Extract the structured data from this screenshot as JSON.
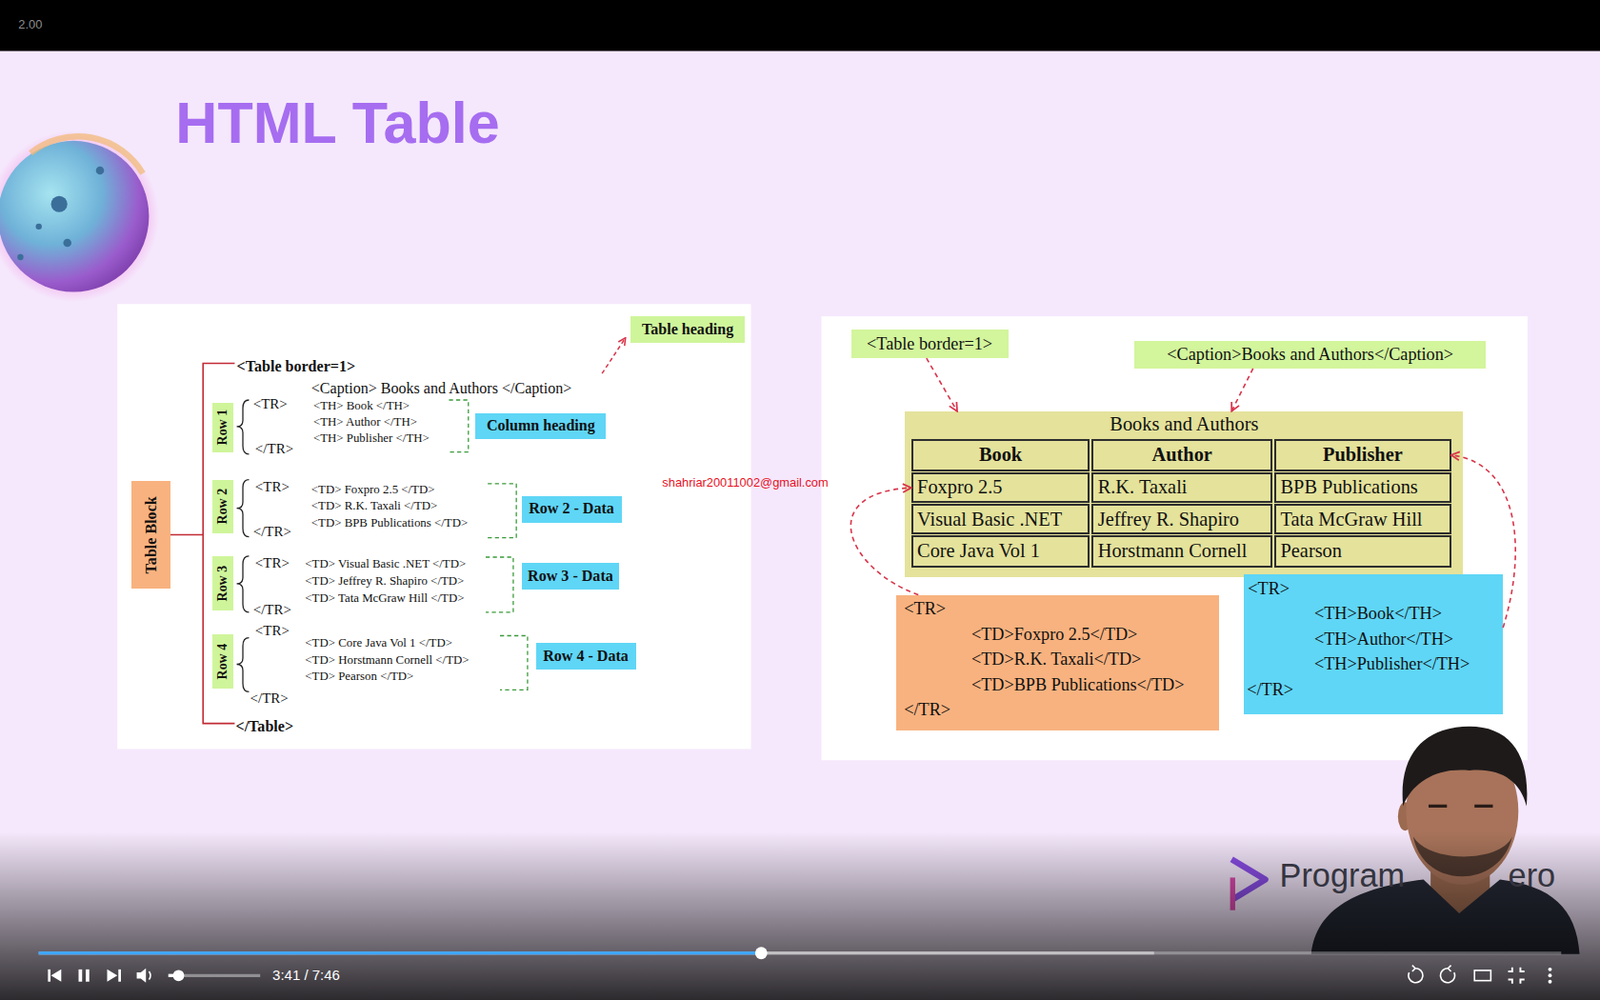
{
  "diagram": {
    "title": "HTML Table",
    "nodes": [
      {
        "text": [
          "Table heading"
        ]
      },
      {
        "text": [
          "Row 1"
        ]
      },
      {
        "text": [
          "Column heading"
        ]
      },
      {
        "text": [
          "Table Block"
        ]
      },
      {
        "text": [
          "Row 2"
        ]
      },
      {
        "text": [
          "Row 2 - Data"
        ]
      },
      {
        "text": [
          "Row 3"
        ]
      },
      {
        "text": [
          "Row 3 - Data"
        ]
      },
      {
        "text": [
          "Row 4"
        ]
      },
      {
        "text": [
          "Row 4 - Data"
        ]
      },
      {
        "text": [
          "<Table border=1>"
        ]
      },
      {
        "text": [
          "<Caption>Books and Authors</Caption>"
        ]
      },
      {
        "text": [
          "Books and Authors"
        ]
      },
      {
        "text": [
          "Book"
        ],
        "in": 12
      },
      {
        "text": [
          "Author"
        ],
        "in": 12
      },
      {
        "text": [
          "Publisher"
        ],
        "in": 12
      },
      {
        "text": [
          "Foxpro 2.5"
        ],
        "in": 12
      },
      {
        "text": [
          "R.K. Taxali"
        ],
        "in": 12
      },
      {
        "text": [
          "BPB Publications"
        ],
        "in": 12
      },
      {
        "text": [
          "Visual Basic .NET"
        ],
        "in": 12
      },
      {
        "text": [
          "Jeffrey R. Shapiro"
        ],
        "in": 12
      },
      {
        "text": [
          "Tata McGraw Hill"
        ],
        "in": 12
      },
      {
        "text": [
          "Core Java Vol 1"
        ],
        "in": 12
      },
      {
        "text": [
          "Horstmann Cornell"
        ],
        "in": 12
      },
      {
        "text": [
          "Pearson"
        ],
        "in": 12
      },
      {
        "text": [
          "<TR>",
          "<TD>Foxpro 2.5</TD>",
          "<TD>R.K. Taxali</TD>",
          "<TD>BPB Publications</TD>",
          "</TR>"
        ]
      },
      {
        "text": [
          "<TR>",
          "<TH>Book</TH>",
          "<TH>Author</TH>",
          "<TH>Publisher</TH>",
          "</TR>"
        ]
      }
    ],
    "edges": [
      {
        "from": 10,
        "to": 12,
        "arrow": "to"
      },
      {
        "from": 11,
        "to": 12,
        "arrow": "to"
      },
      {
        "from": 25,
        "to": 16,
        "arrow": "to"
      },
      {
        "from": 26,
        "to": 15,
        "arrow": "to"
      }
    ],
    "labels": [
      "2.00",
      "<Table border=1>",
      "<Caption> Books and Authors </Caption>",
      "<TR>",
      "<TH> Book </TH>",
      "<TH> Author </TH>",
      "<TH> Publisher </TH>",
      "</TR>",
      "<TR>",
      "<TD> Foxpro 2.5 </TD>",
      "<TD> R.K. Taxali </TD>",
      "<TD> BPB Publications </TD>",
      "</TR>",
      "<TR>",
      "<TD> Visual Basic .NET </TD>",
      "<TD> Jeffrey R. Shapiro </TD>",
      "<TD> Tata McGraw Hill </TD>",
      "</TR>",
      "<TR>",
      "<TD> Core Java Vol 1 </TD>",
      "<TD> Horstmann Cornell </TD>",
      "<TD> Pearson </TD>",
      "</TR>",
      "</Table>",
      "shahriar20011002@gmail.com",
      "Program",
      "ero",
      "3:41 / 7:46"
    ]
  }
}
